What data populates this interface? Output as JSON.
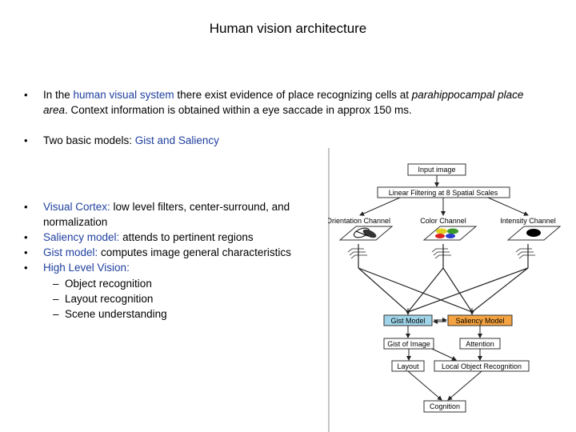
{
  "title": "Human vision architecture",
  "bullets": {
    "b1": {
      "pre": "In the ",
      "hl": "human visual system",
      "mid": " there exist evidence of place recognizing cells at ",
      "it1": "parahippocampal place area",
      "post": ". Context information is obtained within a eye saccade in approx 150 ms."
    },
    "b2": {
      "pre": "Two basic models: ",
      "hl": "Gist and Saliency"
    },
    "b3": {
      "label": "Visual Cortex:",
      "text": "  low level filters, center-surround, and normalization"
    },
    "b4": {
      "label": "Saliency model:",
      "text": "  attends to pertinent regions"
    },
    "b5": {
      "label": "Gist model:",
      "text": "  computes image general characteristics"
    },
    "b6": {
      "label": "High Level Vision:"
    },
    "sub": [
      "Object recognition",
      "Layout recognition",
      "Scene understanding"
    ]
  },
  "diagram": {
    "input": "Input image",
    "linear": "Linear Filtering at 8 Spatial Scales",
    "ch_orient": "Orientation Channel",
    "ch_color": "Color Channel",
    "ch_intensity": "Intensity Channel",
    "gist": "Gist Model",
    "saliency": "Saliency Model",
    "gist_image": "Gist of Image",
    "attention": "Attention",
    "layout": "Layout",
    "local": "Local Object Recognition",
    "cognition": "Cognition",
    "colors": {
      "gist_fill": "#9fd4e8",
      "saliency_fill": "#f5a340"
    }
  }
}
